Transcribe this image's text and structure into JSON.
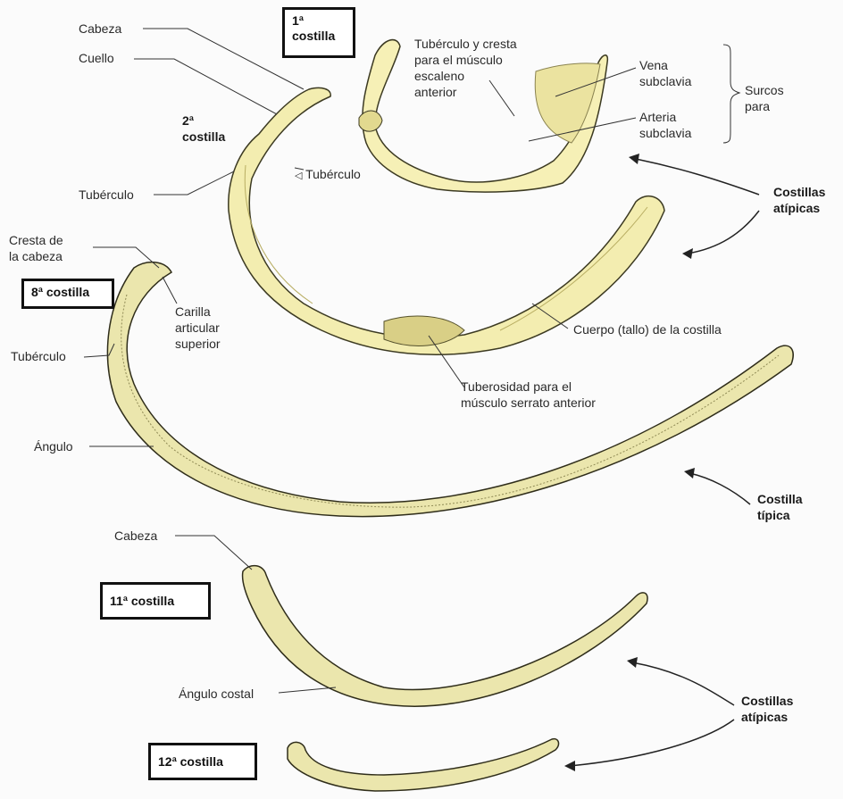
{
  "boxes": {
    "rib1": [
      "1ª",
      "costilla"
    ],
    "rib8": "8ª costilla",
    "rib11": "11ª costilla",
    "rib12": "12ª costilla"
  },
  "labels": {
    "cabeza_top": "Cabeza",
    "cuello": "Cuello",
    "rib2_line1": "2ª",
    "rib2_line2": "costilla",
    "tuberculo_rib2": "Tubérculo",
    "tuberculo_rib1": "Tubérculo",
    "tuberculo_cresta": [
      "Tubérculo y cresta",
      "para el músculo",
      "escaleno",
      "anterior"
    ],
    "vena": [
      "Vena",
      "subclavia"
    ],
    "arteria": [
      "Arteria",
      "subclavia"
    ],
    "surcos": [
      "Surcos",
      "para"
    ],
    "atipicas_top": [
      "Costillas",
      "atípicas"
    ],
    "cresta_cabeza": [
      "Cresta de",
      "la cabeza"
    ],
    "carilla": [
      "Carilla",
      "articular",
      "superior"
    ],
    "tuberculo_rib8": "Tubérculo",
    "angulo": "Ángulo",
    "cuerpo": "Cuerpo (tallo) de la costilla",
    "tuberosidad": [
      "Tuberosidad para el",
      "músculo serrato anterior"
    ],
    "tipica": [
      "Costilla",
      "típica"
    ],
    "cabeza_rib11": "Cabeza",
    "angulo_costal": "Ángulo costal",
    "atipicas_bottom": [
      "Costillas",
      "atípicas"
    ]
  },
  "colors": {
    "bone_light": "#f5efb0",
    "bone_mid": "#e6dc8e",
    "bone_outline": "#3c3a22",
    "rib_lower_fill": "#e8e3a8",
    "leader_line": "#333333"
  }
}
